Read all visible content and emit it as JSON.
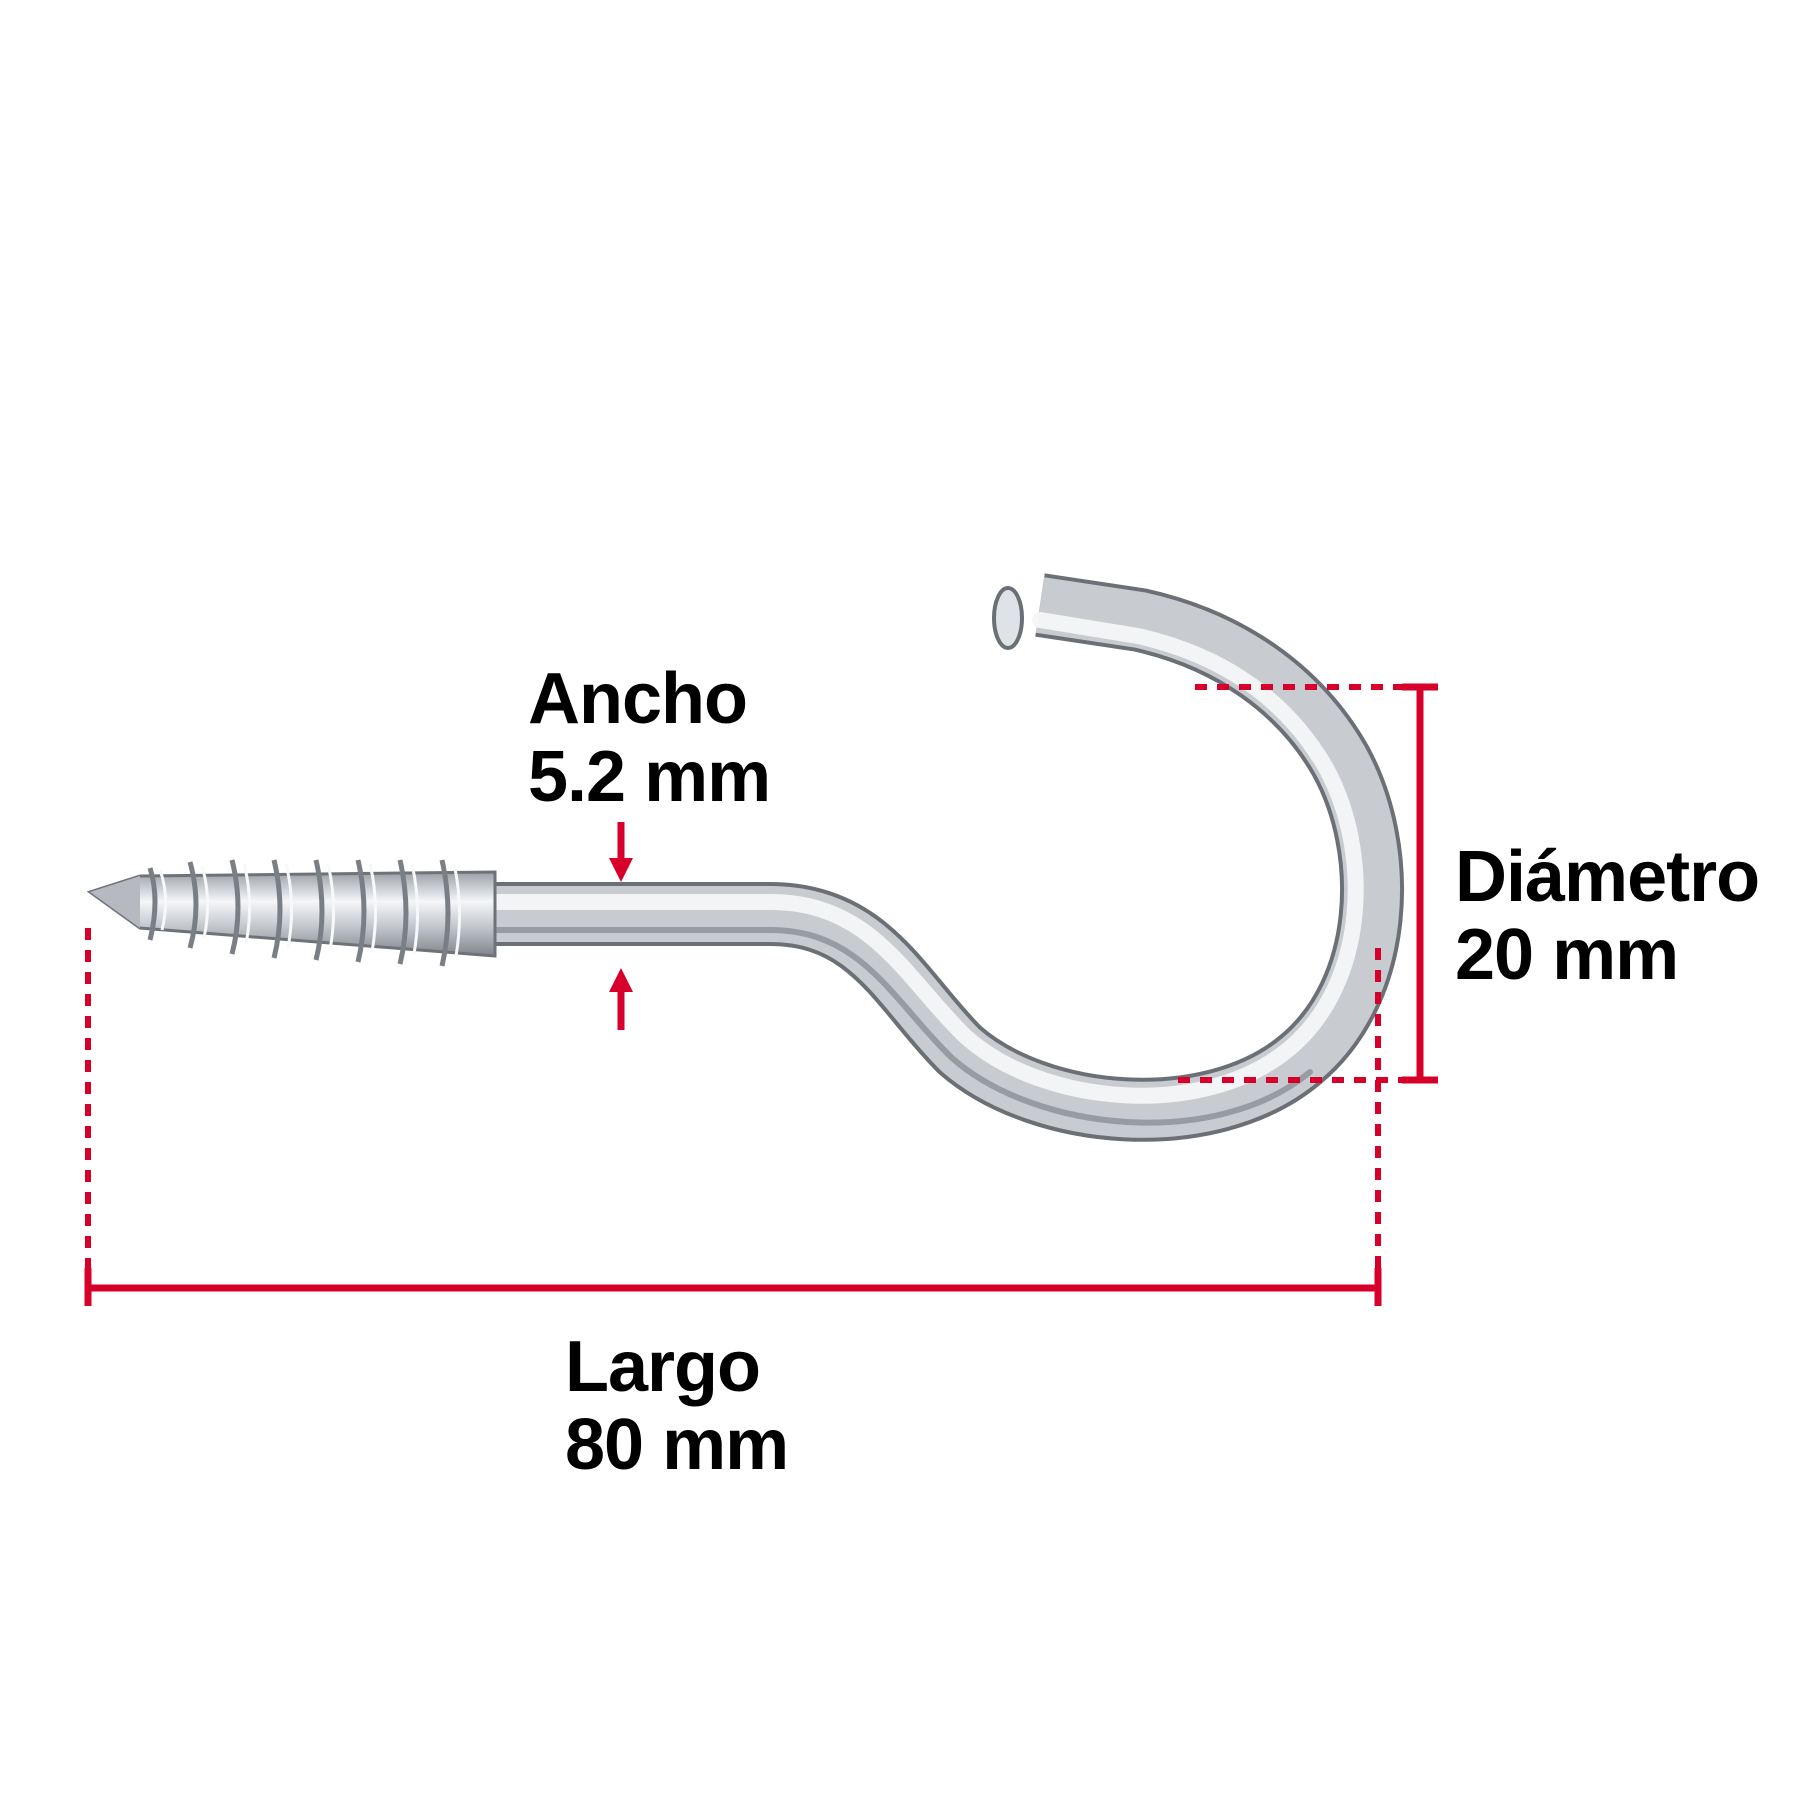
{
  "colors": {
    "background": "#ffffff",
    "dimension": "#d6002a",
    "text": "#000000",
    "metal_light": "#f2f3f5",
    "metal_mid": "#b9bdc3",
    "metal_dark": "#6e737a"
  },
  "dimensions": {
    "width": {
      "label": "Ancho",
      "value": "5.2 mm"
    },
    "diameter": {
      "label": "Diámetro",
      "value": "20 mm"
    },
    "length": {
      "label": "Largo",
      "value": "80 mm"
    }
  }
}
